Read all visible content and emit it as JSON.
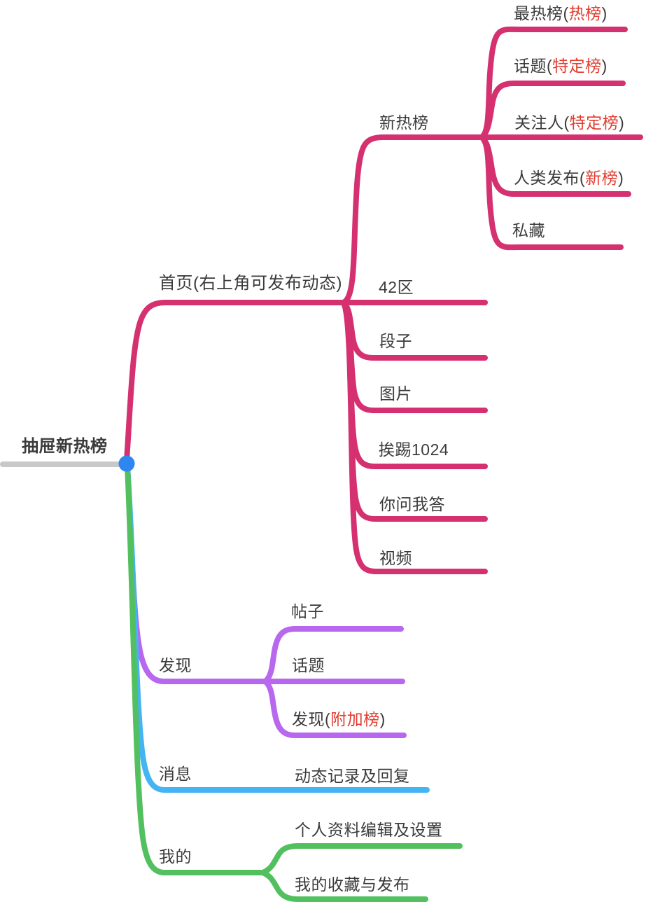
{
  "colors": {
    "pink": "#d5306f",
    "purple": "#b868ee",
    "blue": "#45b4f2",
    "green": "#52c05e",
    "gray": "#c8c8c8",
    "dot_blue": "#2e86f0",
    "text": "#3b3b3b",
    "red_text": "#e23c30"
  },
  "nodes": {
    "root": {
      "label": "抽屉新热榜"
    },
    "home": {
      "label": "首页(右上角可发布动态)"
    },
    "hot": {
      "label": "新热榜"
    },
    "hot_top": {
      "pre": "最热榜(",
      "red": "热榜",
      "post": ")"
    },
    "hot_topic": {
      "pre": "话题(",
      "red": "特定榜",
      "post": ")"
    },
    "hot_follow": {
      "pre": "关注人(",
      "red": "特定榜",
      "post": ")"
    },
    "hot_human": {
      "pre": "人类发布(",
      "red": "新榜",
      "post": ")"
    },
    "hot_private": {
      "label": "私藏"
    },
    "area42": {
      "label": "42区"
    },
    "duanzi": {
      "label": "段子"
    },
    "pics": {
      "label": "图片"
    },
    "it1024": {
      "label": "挨踢1024"
    },
    "qa": {
      "label": "你问我答"
    },
    "video": {
      "label": "视频"
    },
    "discover": {
      "label": "发现"
    },
    "posts": {
      "label": "帖子"
    },
    "topics": {
      "label": "话题"
    },
    "discover_extra": {
      "pre": "发现(",
      "red": "附加榜",
      "post": ")"
    },
    "message": {
      "label": "消息"
    },
    "msg_detail": {
      "label": "动态记录及回复"
    },
    "mine": {
      "label": "我的"
    },
    "profile": {
      "label": "个人资料编辑及设置"
    },
    "favorites": {
      "label": "我的收藏与发布"
    }
  }
}
